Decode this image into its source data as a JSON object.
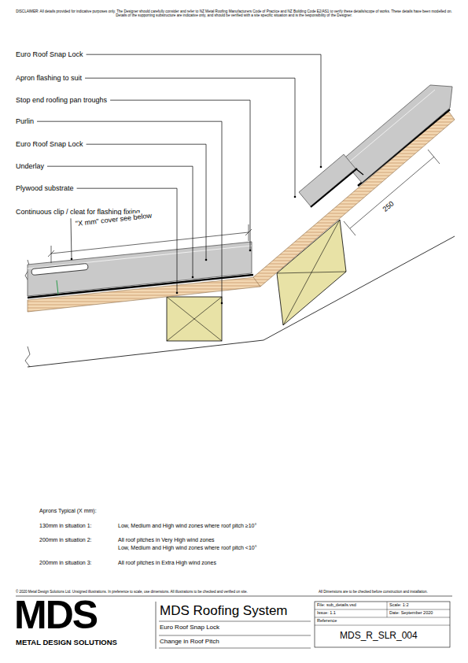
{
  "diagram": {
    "title": "MDS Roofing System",
    "labels": [
      "DISCLAIMER: All details provided for indicative purposes only. The Designer should carefully consider and refer to NZ Metal Roofing Manufacturers Code of Practice and NZ Building Code E2/AS1 to verify these details/scope of works. These details have been modelled on. Details of the supporting substructure are indicative only, and should be verified with a site specific situation and is the responsibility of the Designer.",
      "Euro Roof Snap Lock",
      "Apron flashing to suit",
      "Stop end roofing pan troughs",
      "Purlin",
      "Euro Roof Snap Lock",
      "Underlay",
      "Plywood substrate",
      "Continuous clip / cleat for flashing fixing",
      "\"X mm\" cover see below",
      "250",
      "Aprons Typical (X mm):",
      "130mm in situation 1:",
      "Low, Medium and High wind zones where roof pitch ≥10°",
      "200mm in situation 2:",
      "All roof pitches in Very High wind zones",
      "Low, Medium and High wind zones where roof pitch <10°",
      "200mm in situation 3:",
      "All roof pitches in Extra High wind zones",
      "© 2020 Metal Design Solutions Ltd. Unsigned illustrations. In preference to scale, use dimensions. All illustrations to be checked and verified on site.",
      "All Dimensions are to be checked before construction and installation.",
      "MDS",
      "METAL DESIGN SOLUTIONS",
      "Euro Roof Snap Lock",
      "Change in Roof Pitch",
      "File: sub_details.vsd",
      "Scale: 1:2",
      "Issue: 1.1",
      "Date: September 2020",
      "Reference",
      "MDS_R_SLR_004"
    ]
  }
}
